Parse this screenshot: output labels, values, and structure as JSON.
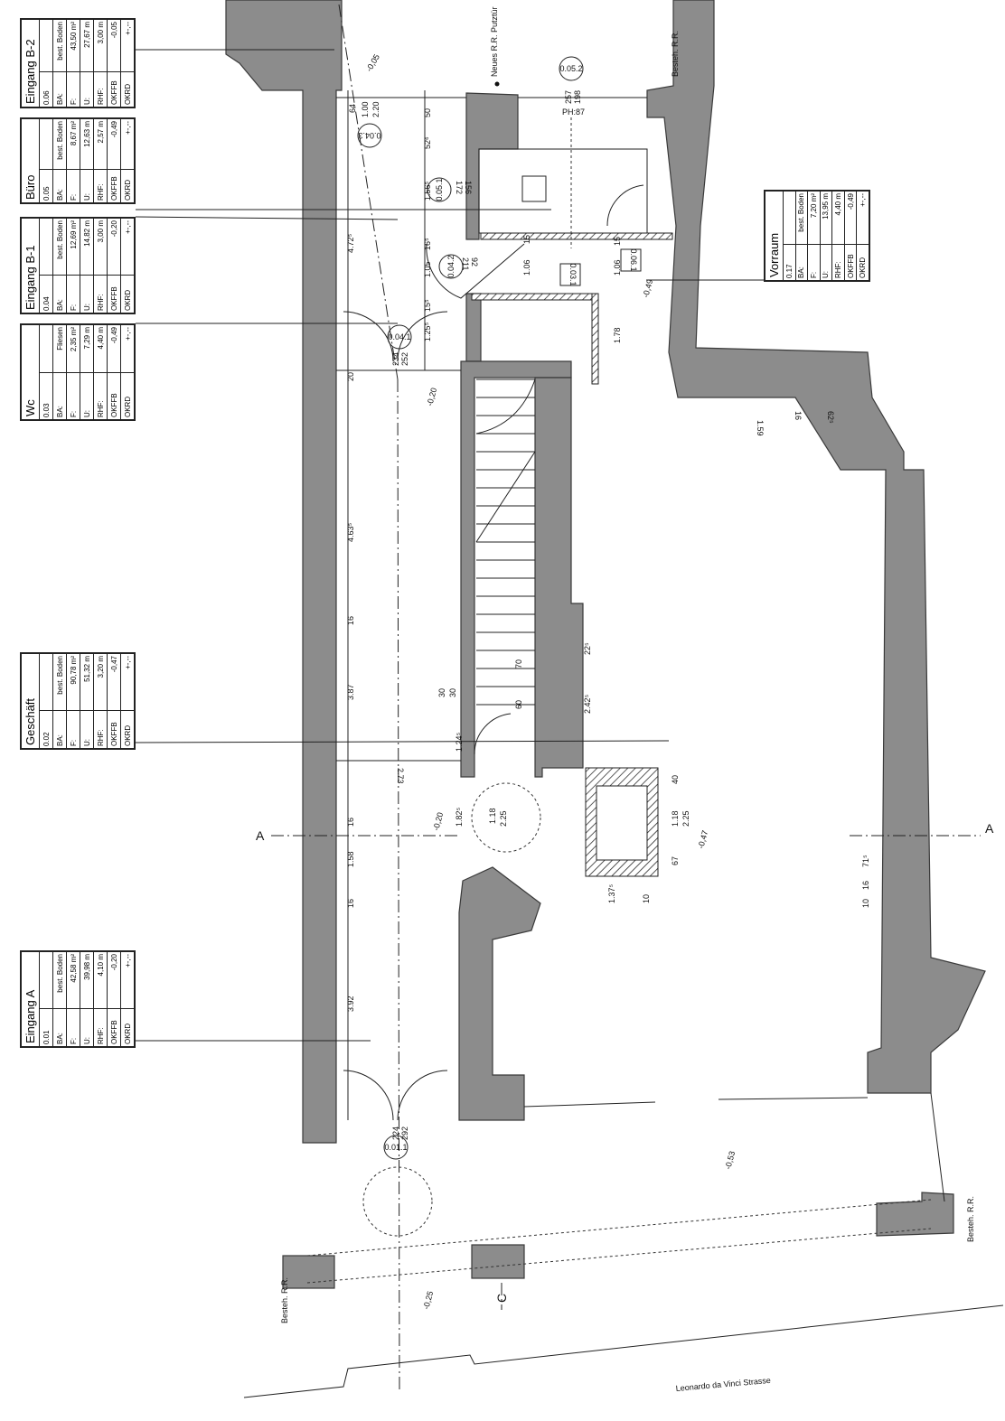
{
  "rooms": [
    {
      "title": "Eingang B-2",
      "no": "0.06",
      "rows": [
        [
          "BA:",
          "best. Boden"
        ],
        [
          "F:",
          "43,50 m²"
        ],
        [
          "U:",
          "27,67 m"
        ],
        [
          "RHF:",
          "3,00 m"
        ],
        [
          "OKFFB",
          "-0,05"
        ],
        [
          "OKRD",
          "+-,--"
        ]
      ]
    },
    {
      "title": "Büro",
      "no": "0.05",
      "rows": [
        [
          "BA:",
          "best. Boden"
        ],
        [
          "F:",
          "8,67 m²"
        ],
        [
          "U:",
          "12,63 m"
        ],
        [
          "RHF:",
          "2,57 m"
        ],
        [
          "OKFFB",
          "-0,49"
        ],
        [
          "OKRD",
          "+-,--"
        ]
      ]
    },
    {
      "title": "Eingang B-1",
      "no": "0.04",
      "rows": [
        [
          "BA:",
          "best. Boden"
        ],
        [
          "F:",
          "12,69 m²"
        ],
        [
          "U:",
          "14,82 m"
        ],
        [
          "RHF:",
          "3,00 m"
        ],
        [
          "OKFFB",
          "-0,20"
        ],
        [
          "OKRD",
          "+-,--"
        ]
      ]
    },
    {
      "title": "Wc",
      "no": "0.03",
      "rows": [
        [
          "BA:",
          "Fliesen"
        ],
        [
          "F:",
          "2,35 m²"
        ],
        [
          "U:",
          "7,29 m"
        ],
        [
          "RHF:",
          "4,40 m"
        ],
        [
          "OKFFB",
          "-0,49"
        ],
        [
          "OKRD",
          "+-,--"
        ]
      ]
    },
    {
      "title": "Geschäft",
      "no": "0.02",
      "rows": [
        [
          "BA:",
          "best. Boden"
        ],
        [
          "F:",
          "90,78 m²"
        ],
        [
          "U:",
          "51,32 m"
        ],
        [
          "RHF:",
          "3,20 m"
        ],
        [
          "OKFFB",
          "-0,47"
        ],
        [
          "OKRD",
          "+-,--"
        ]
      ]
    },
    {
      "title": "Eingang A",
      "no": "0.01",
      "rows": [
        [
          "BA:",
          "best. Boden"
        ],
        [
          "F:",
          "42,58 m²"
        ],
        [
          "U:",
          "39,98 m"
        ],
        [
          "RHF:",
          "4,10 m"
        ],
        [
          "OKFFB",
          "-0,20"
        ],
        [
          "OKRD",
          "+-,--"
        ]
      ]
    },
    {
      "title": "Vorraum",
      "no": "0.17",
      "rows": [
        [
          "BA:",
          "best. Boden"
        ],
        [
          "F:",
          "7,20 m²"
        ],
        [
          "U:",
          "13,95 m"
        ],
        [
          "RHF:",
          "4,40 m"
        ],
        [
          "OKFFB",
          "-0,49"
        ],
        [
          "OKRD",
          "+-,--"
        ]
      ]
    }
  ],
  "annotations": {
    "putztuer": "Neues R.R. Putztür",
    "rr_top": "Besteh. R.R.",
    "rr_right": "Besteh. R.R.",
    "rr_left": "Besteh. R.R.",
    "street": "Leonardo da Vinci Strasse",
    "section_a": "A",
    "section_c": "C",
    "ph": "PH:87"
  },
  "door_tags": [
    "0.05.2",
    "0.04.3",
    "0.05.1",
    "0.04.2",
    "0.04.1",
    "0.01.1",
    "0.03.1",
    "0.06.1"
  ],
  "elevations": [
    "-0,05",
    "-0,49",
    "-0,20",
    "-0,20",
    "-0,47",
    "-0,53",
    "-0,25"
  ],
  "dimensions": {
    "left": [
      "64",
      "1.00",
      "2.20",
      "4.72⁵",
      "20",
      "4.63⁵",
      "16",
      "3.87",
      "16",
      "1.58",
      "16",
      "3.92"
    ],
    "center": [
      "50",
      "52⁶",
      "1.56⁵",
      "16⁵",
      "1.05",
      "15⁵",
      "1.25⁵",
      "1.24⁵",
      "1.82⁵",
      "1.18",
      "2.25",
      "2.73"
    ],
    "right": [
      "1.06",
      "15",
      "1.06",
      "15",
      "1.78",
      "2.42⁵",
      "22⁵",
      "30",
      "30",
      "70",
      "60",
      "1.18",
      "2.25",
      "67",
      "40",
      "1.37⁵",
      "10",
      "1.59",
      "16",
      "62⁵",
      "71⁵",
      "16",
      "10"
    ]
  },
  "door_sizes": [
    "224",
    "292",
    "234",
    "252",
    "257",
    "198",
    "211",
    "92",
    "172",
    "156"
  ]
}
